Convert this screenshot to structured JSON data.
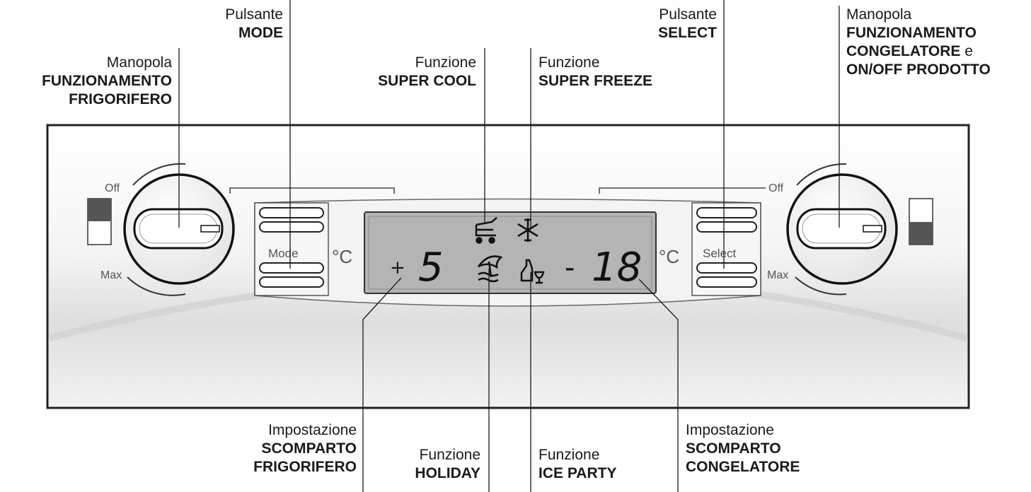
{
  "labels": {
    "mode_button": {
      "line1": "Pulsante",
      "line2": "MODE"
    },
    "fridge_knob": {
      "line1": "Manopola",
      "line2": "FUNZIONAMENTO",
      "line3": "FRIGORIFERO"
    },
    "super_cool": {
      "line1": "Funzione",
      "line2": "SUPER COOL"
    },
    "super_freeze": {
      "line1": "Funzione",
      "line2": "SUPER FREEZE"
    },
    "select_button": {
      "line1": "Pulsante",
      "line2": "SELECT"
    },
    "freezer_knob": {
      "line1": "Manopola",
      "line2": "FUNZIONAMENTO",
      "line3a": "CONGELATORE",
      "line3b": " e",
      "line4": "ON/OFF PRODOTTO"
    },
    "fridge_setting": {
      "line1": "Impostazione",
      "line2": "SCOMPARTO",
      "line3": "FRIGORIFERO"
    },
    "holiday": {
      "line1": "Funzione",
      "line2": "HOLIDAY"
    },
    "ice_party": {
      "line1": "Funzione",
      "line2": "ICE PARTY"
    },
    "freezer_setting": {
      "line1": "Impostazione",
      "line2": "SCOMPARTO",
      "line3": "CONGELATORE"
    }
  },
  "panel": {
    "left_knob": {
      "off": "Off",
      "max": "Max"
    },
    "right_knob": {
      "off": "Off",
      "max": "Max"
    },
    "mode_label": "Mode",
    "select_label": "Select",
    "unit_left": "°C",
    "unit_right": "°C",
    "display": {
      "fridge_sign": "+",
      "fridge_value": "5",
      "freezer_sign": "-",
      "freezer_value": "18"
    },
    "icons": [
      "cart-icon",
      "snowflake-icon",
      "beach-umbrella-icon",
      "bottle-glass-icon"
    ]
  }
}
